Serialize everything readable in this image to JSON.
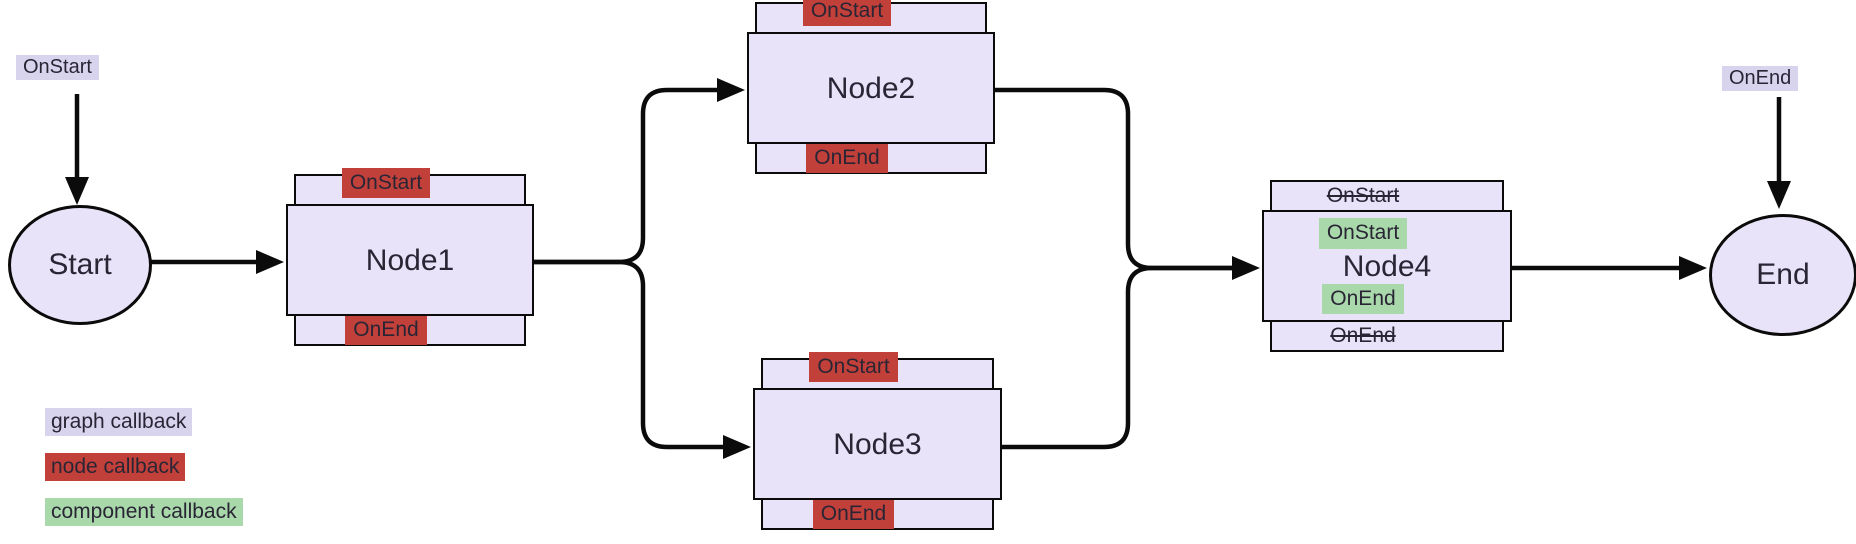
{
  "colors": {
    "graph_callback_bg": "#d9d4ee",
    "node_callback_bg": "#c2403a",
    "component_callback_bg": "#a9d8aa",
    "node_fill": "#e8e3f8",
    "edge": "#0b0b0b"
  },
  "graph_callbacks": {
    "on_start": "OnStart",
    "on_end": "OnEnd"
  },
  "terminals": {
    "start": "Start",
    "end": "End"
  },
  "nodes": [
    {
      "title": "Node1",
      "on_start": "OnStart",
      "on_end": "OnEnd"
    },
    {
      "title": "Node2",
      "on_start": "OnStart",
      "on_end": "OnEnd"
    },
    {
      "title": "Node3",
      "on_start": "OnStart",
      "on_end": "OnEnd"
    },
    {
      "title": "Node4",
      "overridden_on_start": "OnStart",
      "overridden_on_end": "OnEnd",
      "component_on_start": "OnStart",
      "component_on_end": "OnEnd"
    }
  ],
  "edges": [
    {
      "from": "OnStart",
      "to": "Start"
    },
    {
      "from": "Start",
      "to": "Node1"
    },
    {
      "from": "Node1",
      "to": "Node2"
    },
    {
      "from": "Node1",
      "to": "Node3"
    },
    {
      "from": "Node2",
      "to": "Node4"
    },
    {
      "from": "Node3",
      "to": "Node4"
    },
    {
      "from": "Node4",
      "to": "End"
    },
    {
      "from": "OnEnd",
      "to": "End"
    }
  ],
  "legend": {
    "items": [
      {
        "label": "graph callback",
        "type": "graph"
      },
      {
        "label": "node callback",
        "type": "node"
      },
      {
        "label": "component callback",
        "type": "component"
      }
    ]
  }
}
